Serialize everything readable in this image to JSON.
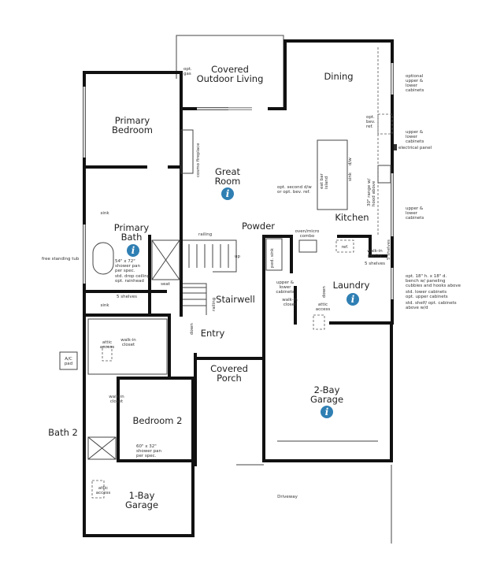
{
  "rooms": {
    "covered_outdoor": [
      "Covered",
      "Outdoor Living"
    ],
    "dining": "Dining",
    "primary_bedroom": [
      "Primary",
      "Bedroom"
    ],
    "great_room": [
      "Great",
      "Room"
    ],
    "kitchen": "Kitchen",
    "powder": "Powder",
    "primary_bath": [
      "Primary",
      "Bath"
    ],
    "stairwell": "Stairwell",
    "laundry": "Laundry",
    "entry": "Entry",
    "covered_porch": [
      "Covered",
      "Porch"
    ],
    "two_bay_garage": [
      "2-Bay",
      "Garage"
    ],
    "bedroom2": "Bedroom 2",
    "bath2": "Bath 2",
    "one_bay_garage": [
      "1-Bay",
      "Garage"
    ],
    "driveway": "Driveway"
  },
  "notes": {
    "opt_gas": [
      "opt.",
      "gas"
    ],
    "optional_cabinets": [
      "optional",
      "upper &",
      "lower",
      "cabinets"
    ],
    "opt_bev_ref": [
      "opt.",
      "bev.",
      "ref."
    ],
    "upper_lower_1": [
      "upper &",
      "lower",
      "cabinets"
    ],
    "electrical_panel": "electrical panel",
    "upper_lower_2": [
      "upper &",
      "lower",
      "cabinets"
    ],
    "range": [
      "30\" range w/",
      "hood above"
    ],
    "island": [
      "eat bar",
      "island"
    ],
    "dw": "d/w",
    "sink_k": "sink",
    "opt_second_dw": [
      "opt. second d/w",
      "or opt. bev. ref."
    ],
    "cosmo_fireplace": "cosmo fireplace",
    "oven_micro": [
      "oven/micro",
      "combo"
    ],
    "ref": "ref.",
    "walk_in_pantry": [
      "walk-in",
      "pantry"
    ],
    "five_shelves_pantry": "5 shelves",
    "five_shelves_v": "5 shelves",
    "bench": [
      "opt. 18\" h. x 18\" d.",
      "bench w/ paneling",
      "cubbies and hooks above"
    ],
    "std_lower": [
      "std. lower cabinets",
      "opt. upper cabinets"
    ],
    "std_shelf": [
      "std. shelf/ opt. cabinets",
      "above w/d"
    ],
    "ped_sink": "ped. sink",
    "upper_lower_laundry": [
      "upper &",
      "lower",
      "cabinets"
    ],
    "walk_in_closet_small": [
      "walk-in",
      "closet"
    ],
    "down_laundry": "down",
    "attic_access_garage": [
      "attic",
      "access"
    ],
    "railing_top": "railing",
    "up": "up",
    "railing_v": "railing",
    "down_entry": "down",
    "free_standing_tub": "free standing tub",
    "shower_pan": [
      "54\" x 72\"",
      "shower pan",
      "per spec."
    ],
    "drop_ceiling": [
      "std. drop ceiling",
      "opt. rainhead"
    ],
    "seat": "seat",
    "five_shelves_bath": "5 shelves",
    "sink_bath": "sink",
    "sink_bed": "sink",
    "walk_in_closet_primary": [
      "walk-in",
      "closet"
    ],
    "attic_access_primary": [
      "attic",
      "access"
    ],
    "ac_pad": [
      "A/C",
      "pad"
    ],
    "walk_in_closet_b2": [
      "walk-in",
      "closet"
    ],
    "shower_b2": [
      "60\" x 32\"",
      "shower pan",
      "per spec."
    ],
    "attic_access_1bay": [
      "attic",
      "access"
    ]
  },
  "info_icon": {
    "glyph": "i",
    "color": "#2f7fb3"
  }
}
